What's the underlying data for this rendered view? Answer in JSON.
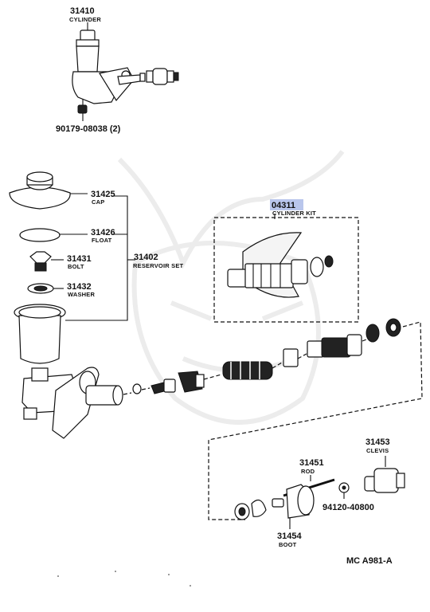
{
  "diagram": {
    "ref_code": "MC A981-A",
    "callouts": [
      {
        "number": "31410",
        "name": "CYLINDER"
      },
      {
        "number": "90179-08038 (2)",
        "name": ""
      },
      {
        "number": "31425",
        "name": "CAP"
      },
      {
        "number": "31426",
        "name": "FLOAT"
      },
      {
        "number": "31431",
        "name": "BOLT"
      },
      {
        "number": "31432",
        "name": "WASHER"
      },
      {
        "number": "31402",
        "name": "RESERVOIR SET"
      },
      {
        "number": "04311",
        "name": "CYLINDER KIT",
        "highlighted": true
      },
      {
        "number": "31453",
        "name": "CLEVIS"
      },
      {
        "number": "31451",
        "name": "ROD"
      },
      {
        "number": "94120-40800",
        "name": ""
      },
      {
        "number": "31454",
        "name": "BOOT"
      }
    ]
  }
}
